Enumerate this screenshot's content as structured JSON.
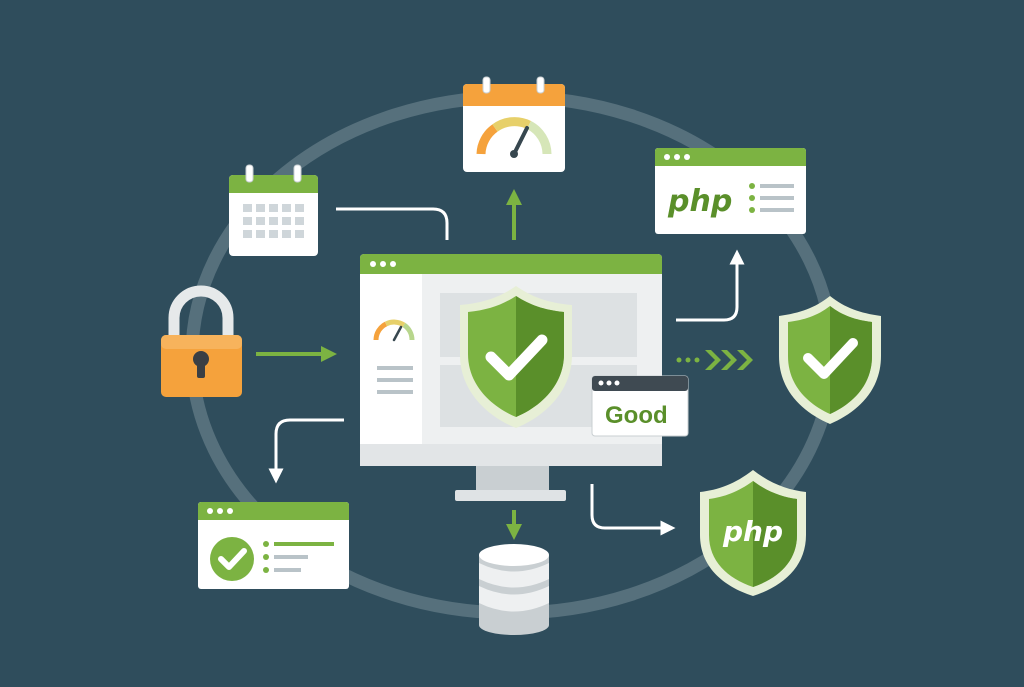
{
  "colors": {
    "background": "#2f4d5c",
    "accent_green": "#7cb342",
    "dark_green": "#5a8f2a",
    "light_green": "#d6e6b8",
    "orange": "#f5a23c",
    "panel_white": "#ffffff",
    "panel_gray": "#e4e7e9",
    "ring": "#56707c"
  },
  "icons": {
    "main_shield": "shield-check-icon",
    "right_shield": "shield-check-icon",
    "php_shield": "shield-php-icon",
    "lock": "padlock-icon",
    "database": "database-icon",
    "calendar": "calendar-icon",
    "gauge": "speedometer-gauge-icon"
  },
  "labels": {
    "good_badge": "Good",
    "php_window": "php",
    "php_shield": "php"
  }
}
